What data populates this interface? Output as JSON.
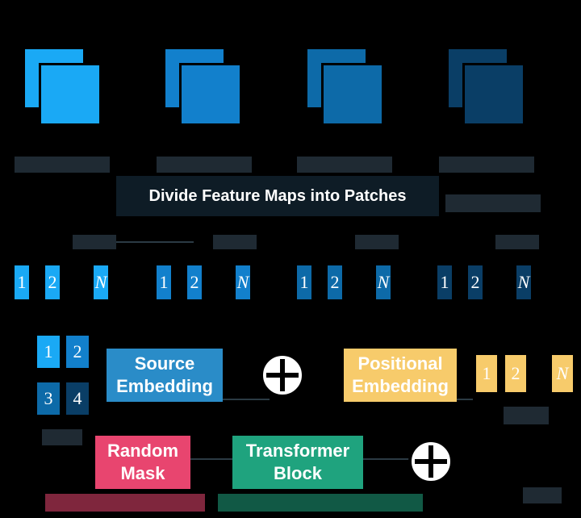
{
  "colors": {
    "stage1": "#1aa9f5",
    "stage2": "#1280cc",
    "stage3": "#0d6aa8",
    "stage4": "#0a3e66",
    "source_embedding": "#2a8cc8",
    "positional_embedding": "#f7cb6b",
    "random_mask": "#e8456f",
    "transformer_block": "#1fa37e",
    "caption_red": "#e8456f",
    "caption_green": "#1fa37e"
  },
  "divide_label": "Divide Feature Maps into Patches",
  "patch_labels": {
    "first": "1",
    "second": "2",
    "last": "N"
  },
  "grid_patches": [
    "1",
    "2",
    "3",
    "4"
  ],
  "source_embedding": {
    "line1": "Source",
    "line2": "Embedding"
  },
  "positional_embedding": {
    "line1": "Positional",
    "line2": "Embedding"
  },
  "random_mask": {
    "line1": "Random",
    "line2": "Mask"
  },
  "transformer_block": {
    "line1": "Transformer",
    "line2": "Block"
  },
  "positional_patches": [
    "1",
    "2",
    "N"
  ],
  "icons": {
    "add": "circled-plus-icon"
  }
}
